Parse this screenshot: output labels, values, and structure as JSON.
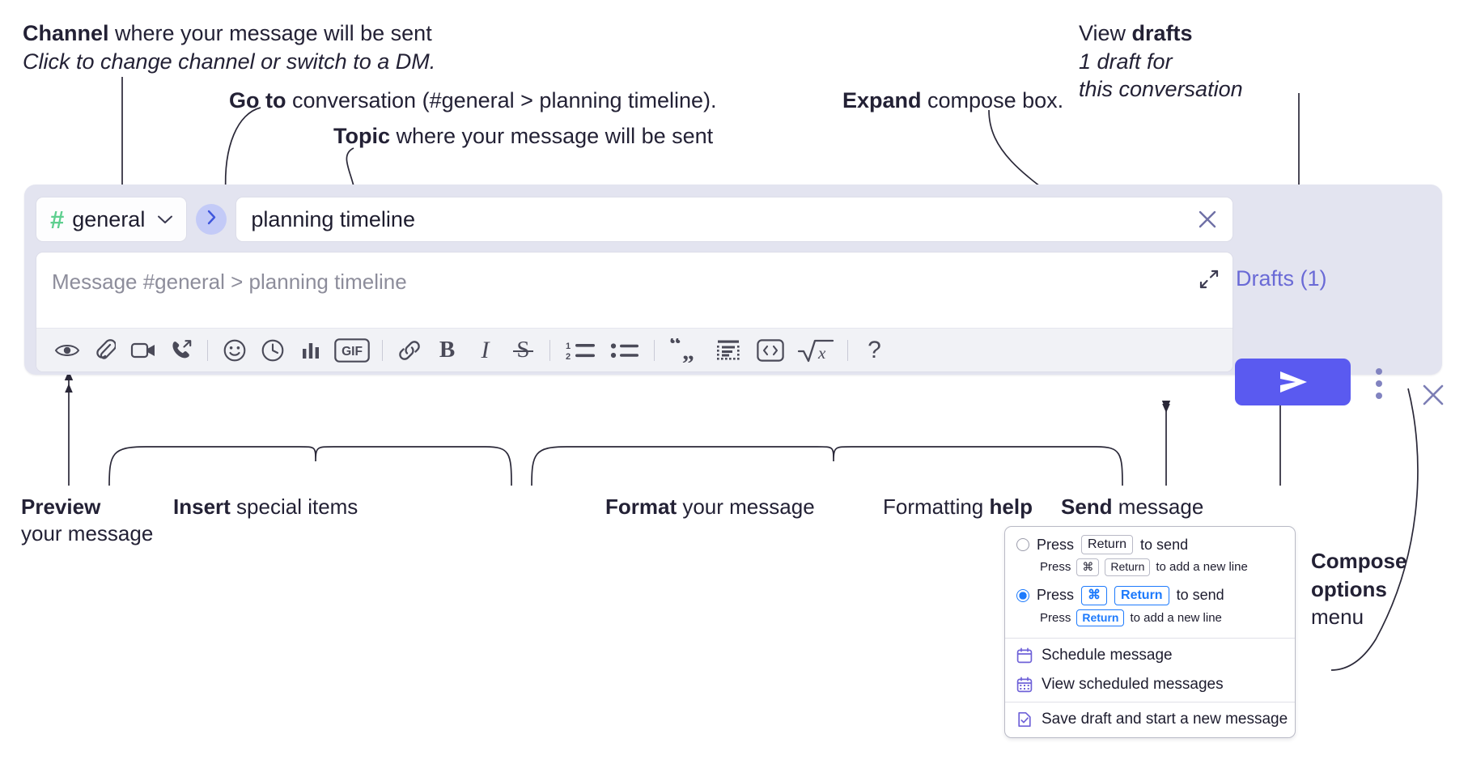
{
  "annotations": {
    "channel": {
      "line1_bold": "Channel",
      "line1_rest": " where your message will be sent",
      "line2_italic": "Click to change channel or switch to a DM."
    },
    "goto": {
      "bold": "Go to",
      "rest": " conversation (#general > planning timeline)."
    },
    "topic": {
      "bold": "Topic",
      "rest": " where your message will be sent"
    },
    "expand": {
      "bold": "Expand",
      "rest": " compose box."
    },
    "drafts": {
      "line1_plain": "View ",
      "line1_bold": "drafts",
      "line2_italic": "1 draft for",
      "line3_italic": "this conversation"
    },
    "preview": {
      "bold": "Preview",
      "line2": "your message"
    },
    "insert": {
      "bold": "Insert",
      "rest": " special items"
    },
    "format": {
      "bold": "Format",
      "rest": " your message"
    },
    "formatting_help": {
      "plain": "Formatting ",
      "bold": "help"
    },
    "send": {
      "bold": "Send",
      "rest": " message"
    },
    "compose_options": {
      "bold1": "Compose",
      "bold2": "options",
      "plain": "menu"
    }
  },
  "compose": {
    "channel": {
      "hash": "#",
      "name": "general",
      "chevron_icon": "chevron-down-icon"
    },
    "go_to_conversation_icon": "chevron-right-icon",
    "topic": {
      "value": "planning timeline",
      "clear_icon": "close-icon"
    },
    "message": {
      "placeholder": "Message #general > planning timeline",
      "value": ""
    },
    "expand_icon": "expand-diagonal-icon",
    "drafts_label": "Drafts (1)",
    "close_icon": "close-icon",
    "send_icon": "send-paper-plane-icon",
    "options_icon": "kebab-vertical-icon",
    "toolbar": [
      {
        "name": "preview-button",
        "icon": "eye-icon",
        "label": "Preview"
      },
      {
        "name": "attach-button",
        "icon": "paperclip-icon",
        "label": "Attach file"
      },
      {
        "name": "video-clip-button",
        "icon": "video-camera-icon",
        "label": "Record video clip"
      },
      {
        "name": "audio-clip-button",
        "icon": "phone-arrow-icon",
        "label": "Record audio clip"
      },
      {
        "name": "separator-1",
        "icon": "divider",
        "label": ""
      },
      {
        "name": "emoji-button",
        "icon": "smiley-icon",
        "label": "Emoji"
      },
      {
        "name": "reminder-button",
        "icon": "clock-icon",
        "label": "Reminder"
      },
      {
        "name": "poll-button",
        "icon": "bar-chart-icon",
        "label": "Poll"
      },
      {
        "name": "gif-button",
        "icon": "gif-icon",
        "label": "GIF"
      },
      {
        "name": "separator-2",
        "icon": "divider",
        "label": ""
      },
      {
        "name": "link-button",
        "icon": "link-icon",
        "label": "Link"
      },
      {
        "name": "bold-button",
        "icon": "bold-icon",
        "label": "B"
      },
      {
        "name": "italic-button",
        "icon": "italic-icon",
        "label": "I"
      },
      {
        "name": "strikethrough-button",
        "icon": "strikethrough-icon",
        "label": "S"
      },
      {
        "name": "separator-3",
        "icon": "divider",
        "label": ""
      },
      {
        "name": "ordered-list-button",
        "icon": "ordered-list-icon",
        "label": "Ordered list"
      },
      {
        "name": "bulleted-list-button",
        "icon": "bulleted-list-icon",
        "label": "Bulleted list"
      },
      {
        "name": "separator-4",
        "icon": "divider",
        "label": ""
      },
      {
        "name": "blockquote-button",
        "icon": "quote-icon",
        "label": "Blockquote"
      },
      {
        "name": "code-block-button",
        "icon": "code-block-icon",
        "label": "Code block"
      },
      {
        "name": "inline-code-button",
        "icon": "angle-brackets-icon",
        "label": "Inline code"
      },
      {
        "name": "math-button",
        "icon": "square-root-x-icon",
        "label": "Math"
      },
      {
        "name": "separator-5",
        "icon": "divider",
        "label": ""
      },
      {
        "name": "formatting-help-button",
        "icon": "question-mark-icon",
        "label": "?"
      }
    ],
    "gif_label": "GIF",
    "bold_label": "B",
    "italic_label": "I",
    "strike_label": "S",
    "help_label": "?"
  },
  "options_menu": {
    "radio_options": [
      {
        "selected": false,
        "main_pre": "Press",
        "main_keys": [
          "Return"
        ],
        "main_post": "to send",
        "sub_pre": "Press",
        "sub_keys": [
          "⌘",
          "Return"
        ],
        "sub_post": "to add a new line"
      },
      {
        "selected": true,
        "main_pre": "Press",
        "main_keys": [
          "⌘",
          "Return"
        ],
        "main_post": "to send",
        "sub_pre": "Press",
        "sub_keys": [
          "Return"
        ],
        "sub_post": "to add a new line"
      }
    ],
    "items": [
      {
        "icon": "calendar-clock-icon",
        "label": "Schedule message"
      },
      {
        "icon": "calendar-grid-icon",
        "label": "View scheduled messages"
      },
      {
        "icon": "document-check-icon",
        "label": "Save draft and start a new message"
      }
    ]
  },
  "colors": {
    "panel_bg": "#e3e4f0",
    "send_button": "#5a5af0",
    "hash_green": "#5ecf8f",
    "go_circle": "#c3caf7",
    "drafts_text": "#6a6ad6",
    "accent_blue": "#1d7afc",
    "menu_icon_purple": "#6f62d8",
    "text": "#1d1c2e"
  }
}
